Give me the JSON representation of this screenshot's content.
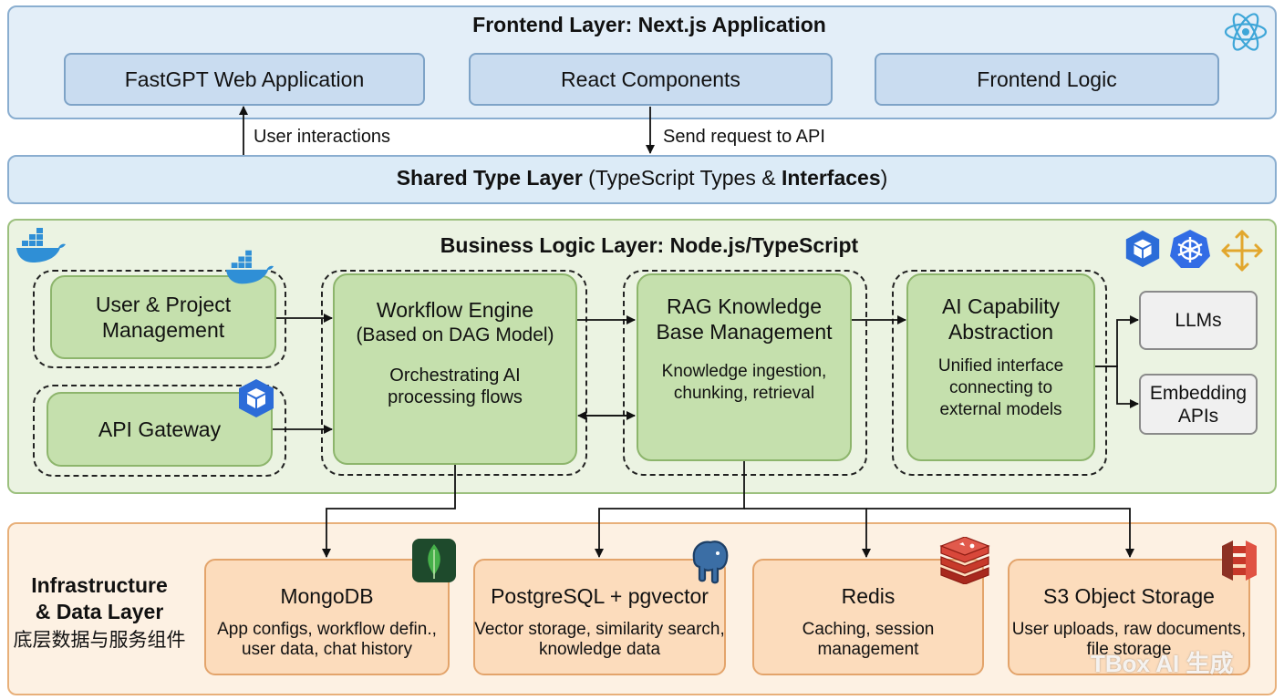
{
  "frontend": {
    "title": "Frontend Layer: Next.js Application",
    "boxes": [
      "FastGPT Web Application",
      "React Components",
      "Frontend Logic"
    ]
  },
  "connectors": {
    "user_interactions": "User interactions",
    "send_request": "Send request to API"
  },
  "shared": {
    "title_bold_1": "Shared Type Layer",
    "title_mid": " (TypeScript Types & ",
    "title_bold_2": "Interfaces",
    "title_end": ")"
  },
  "business": {
    "title": "Business Logic Layer: Node.js/TypeScript",
    "user_project": "User & Project Management",
    "api_gateway": "API Gateway",
    "workflow_title_1": "Workflow Engine",
    "workflow_title_2": "(Based on DAG Model)",
    "workflow_desc": "Orchestrating AI processing flows",
    "rag_title": "RAG Knowledge Base Management",
    "rag_desc": "Knowledge ingestion, chunking, retrieval",
    "ai_title": "AI Capability Abstraction",
    "ai_desc": "Unified interface connecting to external models",
    "llms": "LLMs",
    "embedding": "Embedding APIs"
  },
  "infra": {
    "title_1": "Infrastructure",
    "title_2": "& Data Layer",
    "subtitle": "底层数据与服务组件",
    "mongodb_title": "MongoDB",
    "mongodb_desc": "App configs, workflow defin., user data, chat history",
    "postgres_title": "PostgreSQL + pgvector",
    "postgres_desc": "Vector storage, similarity search, knowledge data",
    "redis_title": "Redis",
    "redis_desc": "Caching, session management",
    "s3_title": "S3 Object Storage",
    "s3_desc": "User uploads, raw documents, file storage"
  },
  "watermark": "TBox AI 生成",
  "icons": [
    "react-icon",
    "docker-icon",
    "cube-icon",
    "kubernetes-icon",
    "move-arrows-icon",
    "mongodb-leaf-icon",
    "postgresql-elephant-icon",
    "redis-icon",
    "aws-s3-icon"
  ],
  "colors": {
    "frontend_fill": "#e3eef8",
    "business_fill": "#ebf3e2",
    "infra_fill": "#fdf1e3",
    "green_box": "#c5e0ad",
    "orange_box": "#fcdcbc",
    "blue_box": "#c9dcf0"
  }
}
